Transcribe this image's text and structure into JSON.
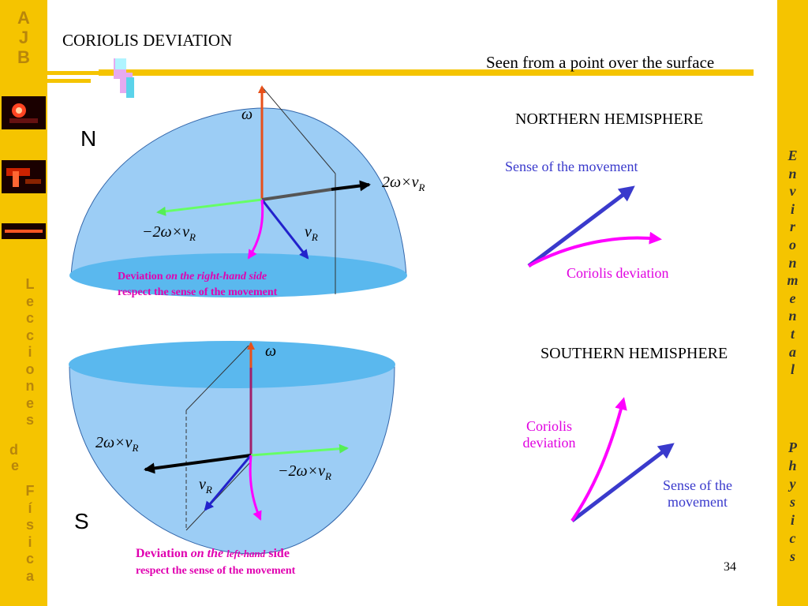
{
  "sidebar_left": {
    "top_letters": [
      "A",
      "J",
      "B"
    ],
    "lecciones": [
      "L",
      "e",
      "c",
      "c",
      "i",
      "o",
      "n",
      "e",
      "s"
    ],
    "de": [
      "d",
      "e"
    ],
    "fisica": [
      "F",
      "í",
      "s",
      "i",
      "c",
      "a"
    ]
  },
  "sidebar_right": {
    "environmental": [
      "E",
      "n",
      "v",
      "i",
      "r",
      "o",
      "n",
      "m",
      "e",
      "n",
      "t",
      "a",
      "l"
    ],
    "physics": [
      "P",
      "h",
      "y",
      "s",
      "i",
      "c",
      "s"
    ]
  },
  "header": {
    "title": "CORIOLIS DEVIATION",
    "subtitle": "Seen from a point over the surface"
  },
  "north": {
    "label": "N",
    "omega": "ω",
    "two_omega_vr": "2ω×v",
    "neg_two_omega_vr": "−2ω×v",
    "vr": "v",
    "subscript_r": "R",
    "deviation_word": "Deviation",
    "deviation_side": "on the right-hand side",
    "deviation_respect": "respect the sense of the movement"
  },
  "south": {
    "label": "S",
    "omega": "ω",
    "two_omega_vr": "2ω×v",
    "neg_two_omega_vr": "−2ω×v",
    "vr": "v",
    "subscript_r": "R",
    "deviation_word": "Deviation",
    "deviation_on_the": "on the",
    "deviation_side": "left-hand",
    "deviation_side_word": "side",
    "deviation_respect": "respect the sense of the movement"
  },
  "right_panel": {
    "northern_title": "NORTHERN HEMISPHERE",
    "north_sense": "Sense of the movement",
    "north_coriolis": "Coriolis deviation",
    "southern_title": "SOUTHERN HEMISPHERE",
    "south_coriolis_1": "Coriolis",
    "south_coriolis_2": "deviation",
    "south_sense_1": "Sense of the",
    "south_sense_2": "movement"
  },
  "page_number": "34",
  "colors": {
    "sidebar": "#f5c400",
    "sphere": "#9ccdf5",
    "sphere_cap": "#5ab8ee",
    "omega_arrow": "#e8501a",
    "magenta": "#ff00ff",
    "blue": "#3333cc",
    "green": "#55ff55",
    "deviation_text": "#e000b0",
    "label_blue": "#3a3acc"
  }
}
